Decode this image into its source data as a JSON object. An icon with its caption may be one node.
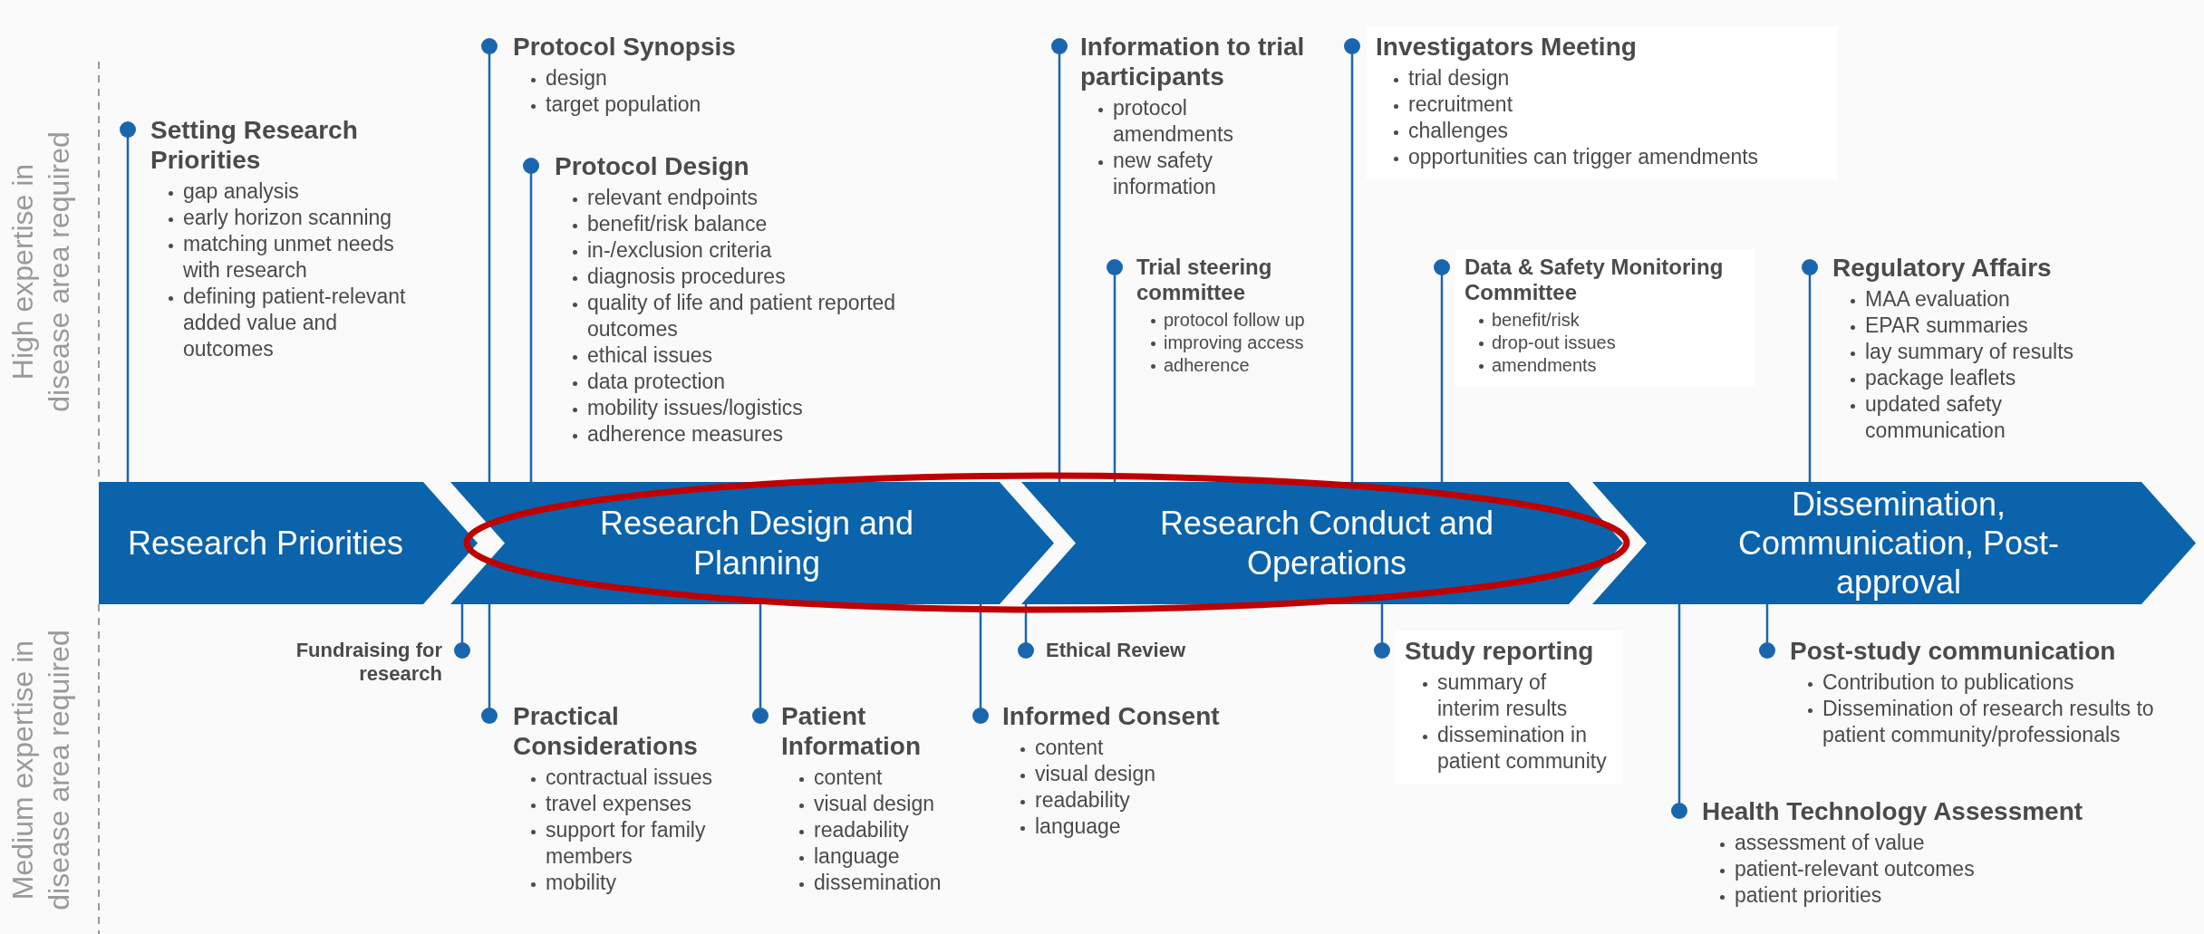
{
  "diagram": {
    "nodes": [
      {
        "text": [
          "Research Priorities"
        ]
      },
      {
        "text": [
          "Research Design and Planning"
        ]
      },
      {
        "text": [
          "Research Conduct and Operations"
        ]
      },
      {
        "text": [
          "Dissemination, Communication, Post-approval"
        ]
      },
      {
        "text": [
          "Setting Research Priorities",
          "gap analysis",
          "early horizon scanning",
          "matching unmet needs with research",
          "defining patient-relevant added value and outcomes"
        ]
      },
      {
        "text": [
          "Protocol Synopsis",
          "design",
          "target population"
        ]
      },
      {
        "text": [
          "Protocol Design",
          "relevant endpoints",
          "benefit/risk balance",
          "in-/exclusion criteria",
          "diagnosis procedures",
          "quality of life and patient reported outcomes",
          "ethical issues",
          "data protection",
          "mobility issues/logistics",
          "adherence measures"
        ]
      },
      {
        "text": [
          "Information to trial participants",
          "protocol amendments",
          "new safety information"
        ]
      },
      {
        "text": [
          "Trial steering committee",
          "protocol follow up",
          "improving access",
          "adherence"
        ]
      },
      {
        "text": [
          "Investigators Meeting",
          "trial design",
          "recruitment",
          "challenges",
          "opportunities can trigger amendments"
        ]
      },
      {
        "text": [
          "Data & Safety Monitoring Committee",
          "benefit/risk",
          "drop-out issues",
          "amendments"
        ]
      },
      {
        "text": [
          "Regulatory Affairs",
          "MAA evaluation",
          "EPAR summaries",
          "lay summary of results",
          "package leaflets",
          "updated safety communication"
        ]
      },
      {
        "text": [
          "Fundraising for research"
        ]
      },
      {
        "text": [
          "Practical Considerations",
          "contractual issues",
          "travel expenses",
          "support for family members",
          "mobility"
        ]
      },
      {
        "text": [
          "Patient Information",
          "content",
          "visual design",
          "readability",
          "language",
          "dissemination"
        ]
      },
      {
        "text": [
          "Ethical Review"
        ]
      },
      {
        "text": [
          "Informed Consent",
          "content",
          "visual design",
          "readability",
          "language"
        ]
      },
      {
        "text": [
          "Study reporting",
          "summary of interim results",
          "dissemination in patient community"
        ]
      },
      {
        "text": [
          "Health Technology Assessment",
          "assessment of value",
          "patient-relevant outcomes",
          "patient priorities"
        ]
      },
      {
        "text": [
          "Post-study communication",
          "Contribution to publications",
          "Dissemination of research results to patient community/professionals"
        ]
      }
    ],
    "edges": [
      {
        "from": 4,
        "to": 0,
        "arrow": "other"
      },
      {
        "from": 5,
        "to": 1,
        "arrow": "other"
      },
      {
        "from": 6,
        "to": 1,
        "arrow": "other"
      },
      {
        "from": 7,
        "to": 2,
        "arrow": "other"
      },
      {
        "from": 8,
        "to": 2,
        "arrow": "other"
      },
      {
        "from": 9,
        "to": 2,
        "arrow": "other"
      },
      {
        "from": 10,
        "to": 2,
        "arrow": "other"
      },
      {
        "from": 11,
        "to": 3,
        "arrow": "other"
      },
      {
        "from": 12,
        "to": 1,
        "arrow": "other"
      },
      {
        "from": 13,
        "to": 1,
        "arrow": "other"
      },
      {
        "from": 14,
        "to": 1,
        "arrow": "other"
      },
      {
        "from": 15,
        "to": 2,
        "arrow": "other"
      },
      {
        "from": 16,
        "to": 1,
        "arrow": "other"
      },
      {
        "from": 17,
        "to": 2,
        "arrow": "other"
      },
      {
        "from": 18,
        "to": 3,
        "arrow": "other"
      },
      {
        "from": 19,
        "to": 3,
        "arrow": "other"
      }
    ],
    "labels": [
      "High expertise in disease area required",
      "Medium expertise in disease area required"
    ]
  }
}
